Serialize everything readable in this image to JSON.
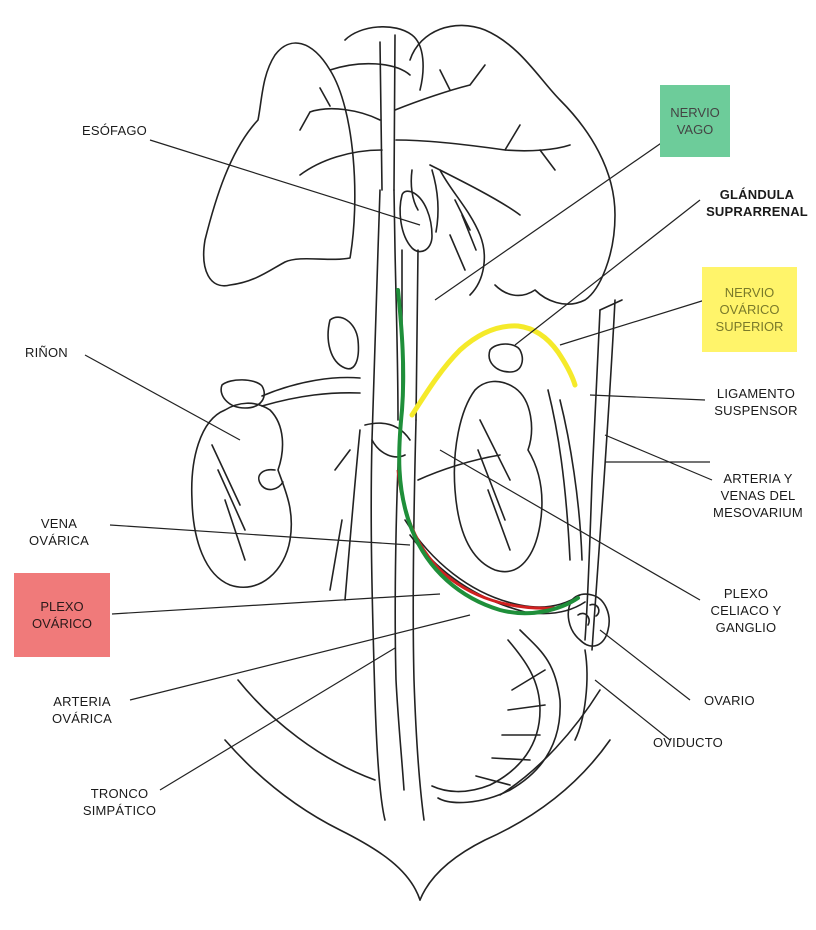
{
  "colors": {
    "vagus_box": "#6dcc9a",
    "vagus_box_text": "#444444",
    "ovarian_sup_box": "#fff46a",
    "ovarian_sup_box_text": "#7a7a2a",
    "plexus_box": "#f07a7a",
    "plexus_box_text": "#2a1a1a",
    "vagus_nerve": "#1f8f3a",
    "superior_ovarian_nerve": "#f5ea2a",
    "ovarian_plexus": "#d02020",
    "outline": "#222222"
  },
  "labels": {
    "esofago": "ESÓFAGO",
    "nervio_vago": "NERVIO\nVAGO",
    "glandula": "GLÁNDULA\nSUPRARRENAL",
    "nervio_ovarico": "NERVIO\nOVÁRICO\nSUPERIOR",
    "rinon": "RIÑON",
    "ligamento": "LIGAMENTO\nSUSPENSOR",
    "arteria_venas": "ARTERIA Y\nVENAS DEL\nMESOVARIUM",
    "vena_ovarica": "VENA\nOVÁRICA",
    "plexo_ovarico": "PLEXO\nOVÁRICO",
    "plexo_celiaco": "PLEXO\nCELIACO Y\nGANGLIO",
    "arteria_ovarica": "ARTERIA\nOVÁRICA",
    "ovario": "OVARIO",
    "oviducto": "OVIDUCTO",
    "tronco": "TRONCO\nSIMPÁTICO"
  }
}
